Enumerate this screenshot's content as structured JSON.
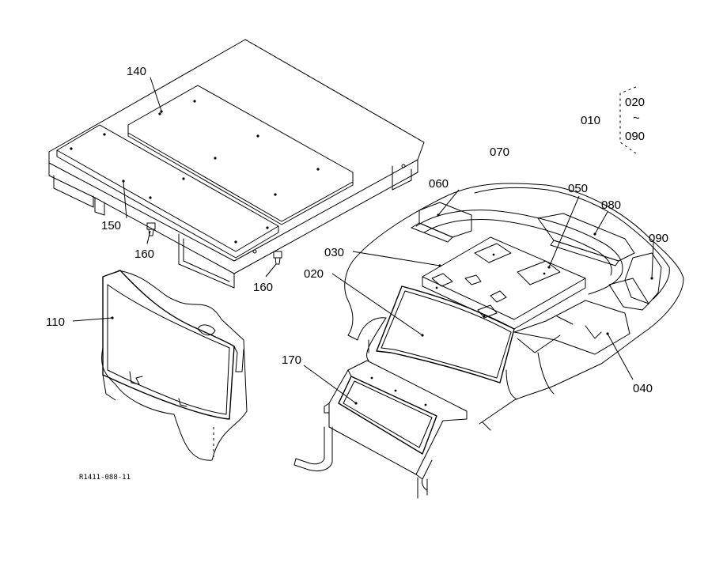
{
  "part_labels": {
    "p010": "010",
    "p020": "020",
    "p030": "030",
    "p040": "040",
    "p050": "050",
    "p060": "060",
    "p070": "070",
    "p080": "080",
    "p090": "090",
    "p110": "110",
    "p140": "140",
    "p150": "150",
    "p160a": "160",
    "p160b": "160",
    "p170": "170"
  },
  "range_bracket": {
    "from": "020",
    "tilde": "~",
    "to": "090"
  },
  "drawing_code": "R1411-088-11"
}
